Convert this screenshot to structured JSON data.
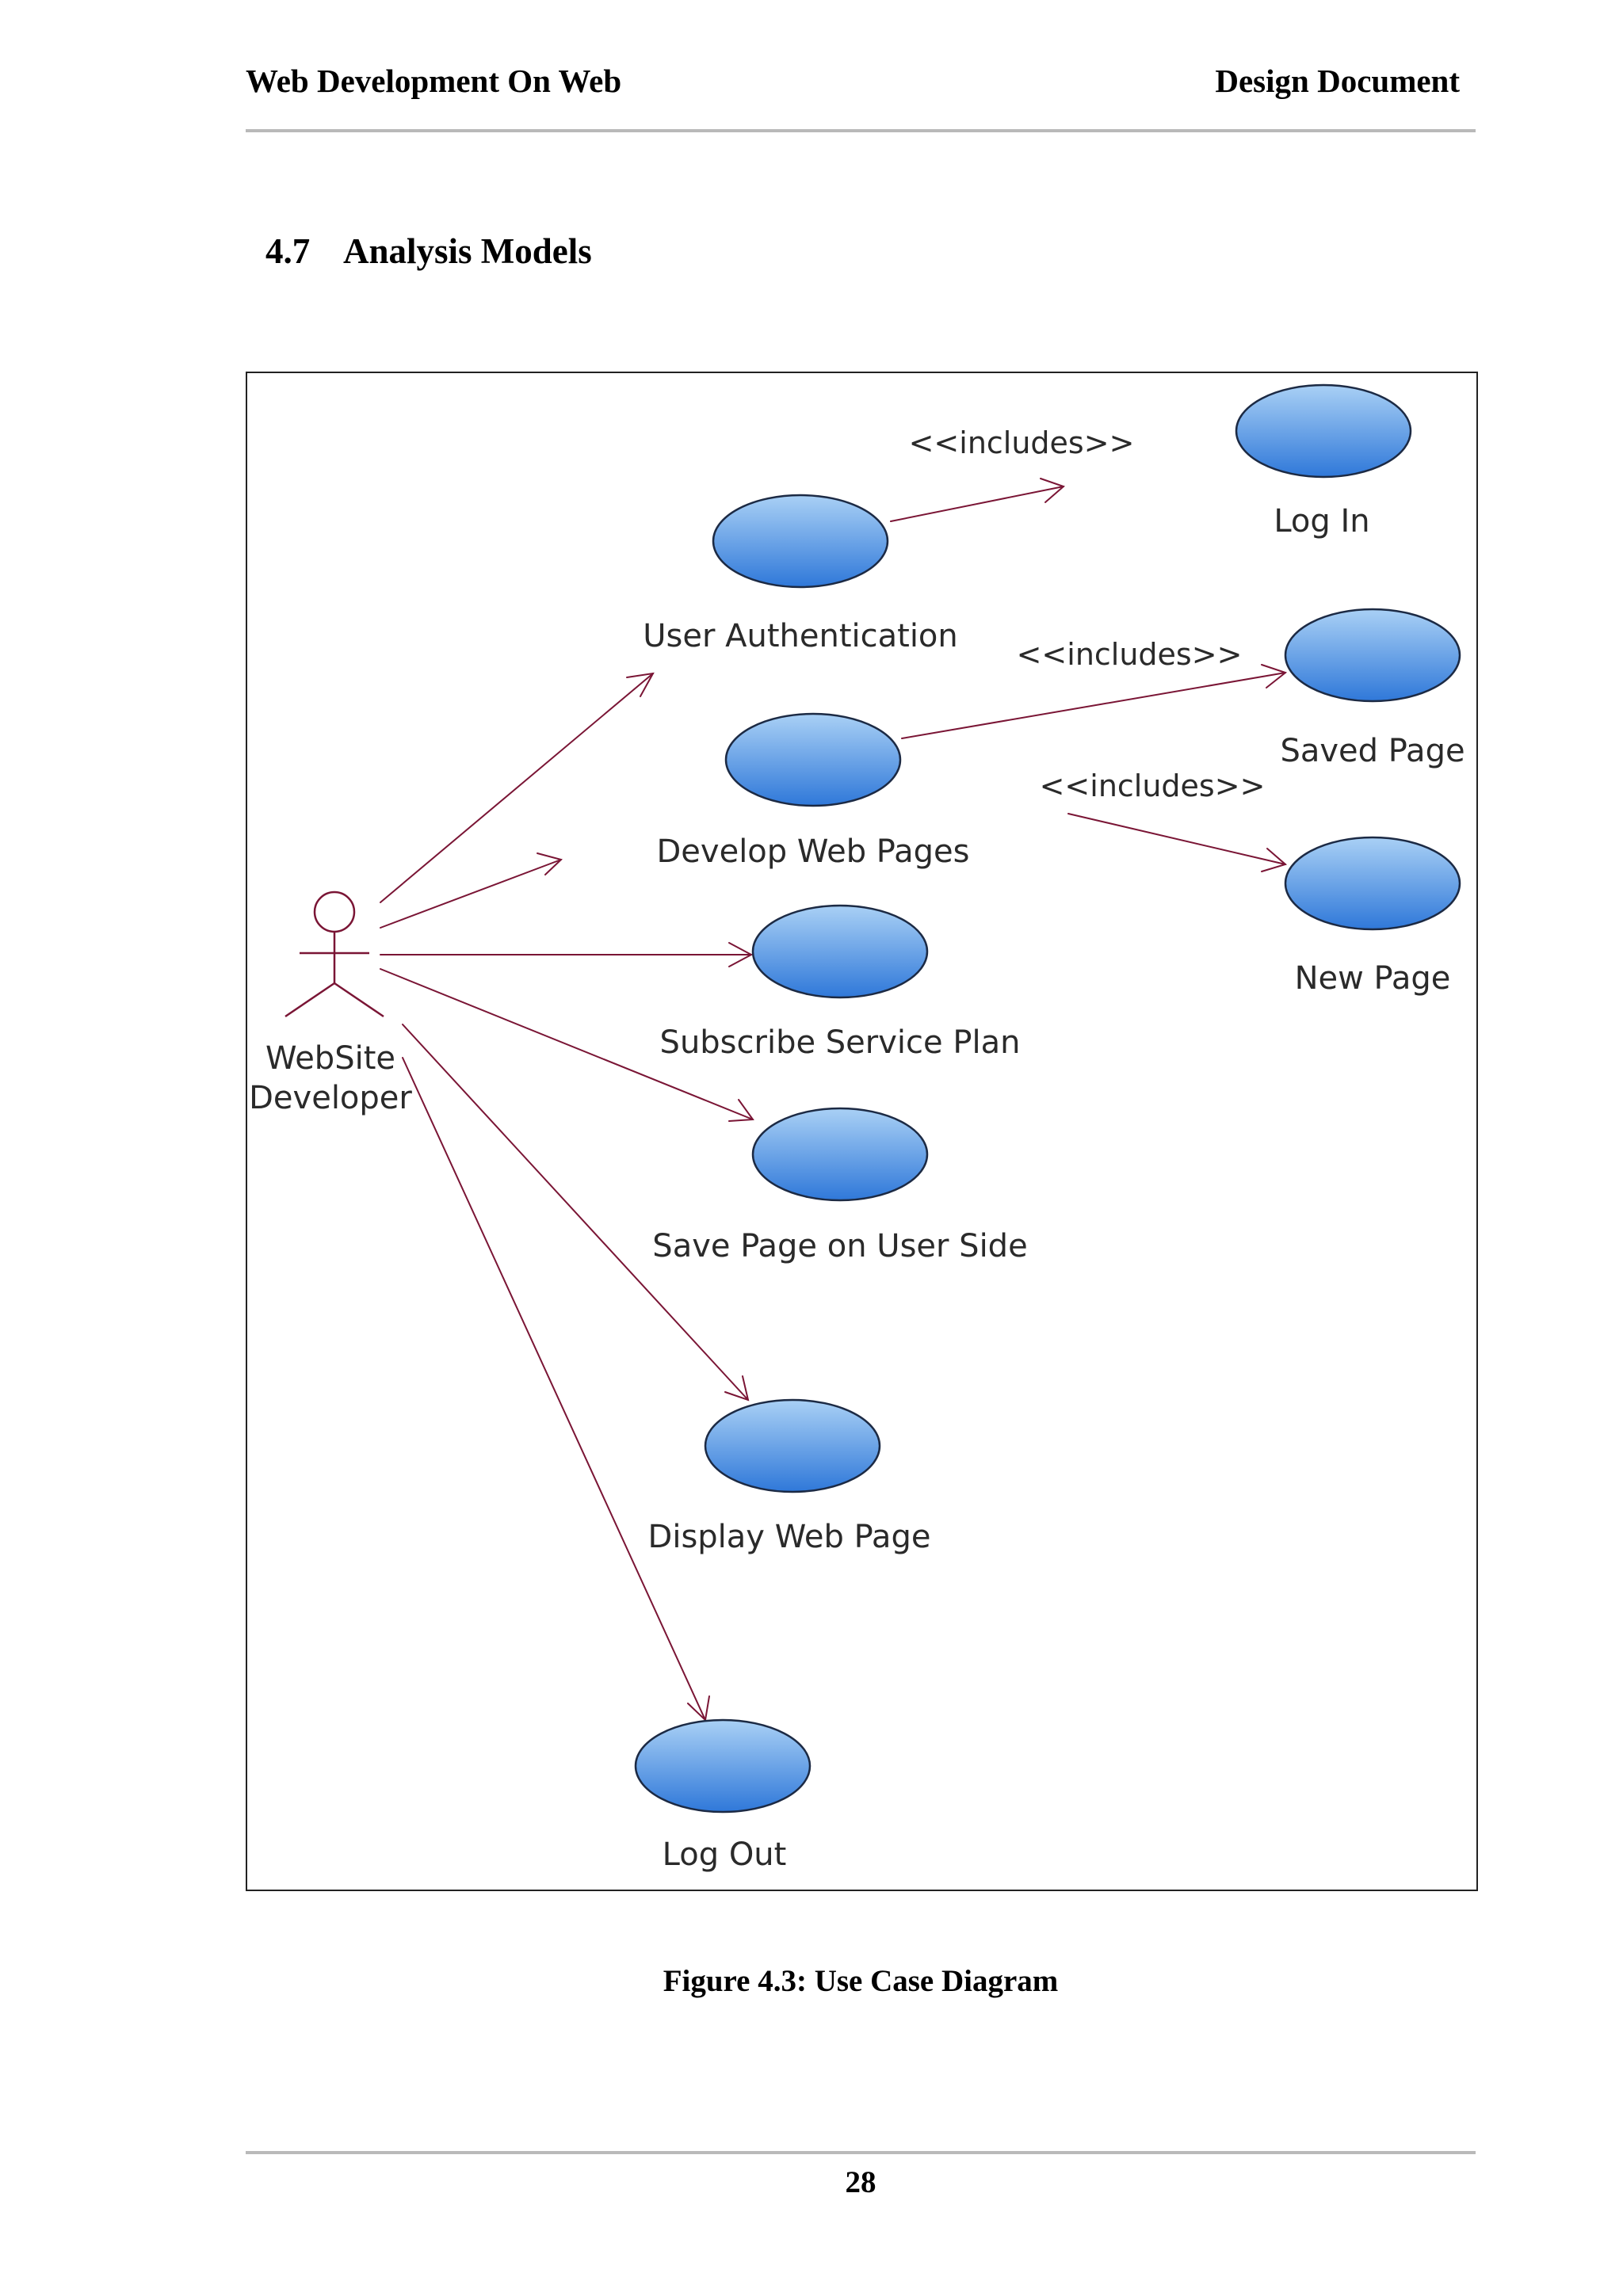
{
  "header": {
    "left": "Web Development On Web",
    "right": "Design Document"
  },
  "section": {
    "number": "4.7",
    "title": "Analysis Models"
  },
  "diagram": {
    "actor": {
      "name_line1": "WebSite",
      "name_line2": "Developer"
    },
    "use_cases": {
      "user_authentication": "User Authentication",
      "log_in": "Log In",
      "develop_web_pages": "Develop Web Pages",
      "saved_page": "Saved Page",
      "new_page": "New Page",
      "subscribe_service_plan": "Subscribe Service Plan",
      "save_page_on_user_side": "Save Page on User Side",
      "display_web_page": "Display Web Page",
      "log_out": "Log Out"
    },
    "stereotype": "<<includes>>",
    "colors": {
      "use_case_fill_top": "#a9d0f5",
      "use_case_fill_bottom": "#2f78d9",
      "use_case_stroke": "#1c2a44",
      "association_line": "#7a1535",
      "actor_stroke": "#7a1535"
    }
  },
  "figure": {
    "caption": "Figure 4.3: Use Case Diagram"
  },
  "footer": {
    "page_number": "28"
  }
}
